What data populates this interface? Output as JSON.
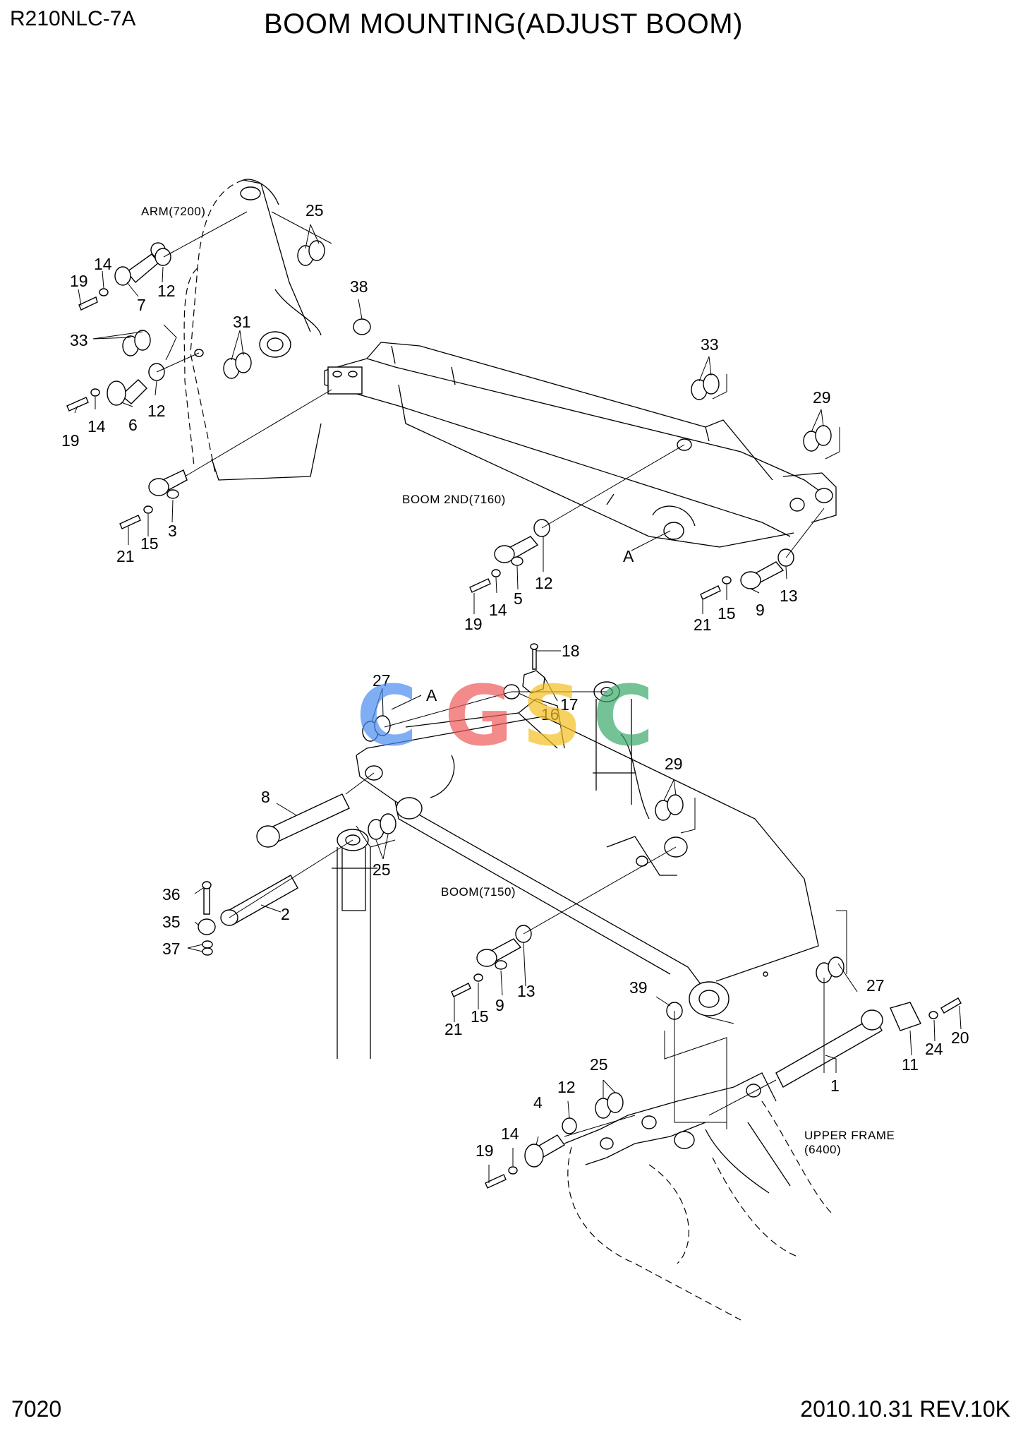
{
  "header": {
    "model": "R210NLC-7A",
    "title": "BOOM MOUNTING(ADJUST BOOM)"
  },
  "footer": {
    "page": "7020",
    "revision": "2010.10.31  REV.10K"
  },
  "references": {
    "arm": "ARM(7200)",
    "boom_2nd": "BOOM 2ND(7160)",
    "boom": "BOOM(7150)",
    "upper_frame_1": "UPPER FRAME",
    "upper_frame_2": "(6400)",
    "point_a_1": "A",
    "point_a_2": "A"
  },
  "watermark": {
    "letters": [
      "C",
      "G",
      "S",
      "C"
    ],
    "colors": [
      "#4a8df0",
      "#ef5b5b",
      "#f4c020",
      "#3aa96a"
    ]
  },
  "callouts": {
    "c1": "25",
    "c2": "14",
    "c3": "19",
    "c4": "7",
    "c5": "12",
    "c6": "38",
    "c7": "31",
    "c8": "33",
    "c9": "33",
    "c10": "29",
    "c11": "19",
    "c12": "14",
    "c13": "6",
    "c14": "12",
    "c15": "21",
    "c16": "15",
    "c17": "3",
    "c18": "12",
    "c19": "5",
    "c20": "14",
    "c21": "19",
    "c22": "13",
    "c23": "9",
    "c24": "15",
    "c25": "21",
    "c26": "18",
    "c27": "27",
    "c28": "17",
    "c29": "16",
    "c30": "29",
    "c31": "8",
    "c32": "25",
    "c33": "36",
    "c34": "2",
    "c35": "35",
    "c36": "37",
    "c37": "13",
    "c38": "9",
    "c39": "15",
    "c40": "21",
    "c41": "39",
    "c42": "27",
    "c43": "20",
    "c44": "24",
    "c45": "11",
    "c46": "1",
    "c47": "25",
    "c48": "12",
    "c49": "4",
    "c50": "14",
    "c51": "19"
  }
}
